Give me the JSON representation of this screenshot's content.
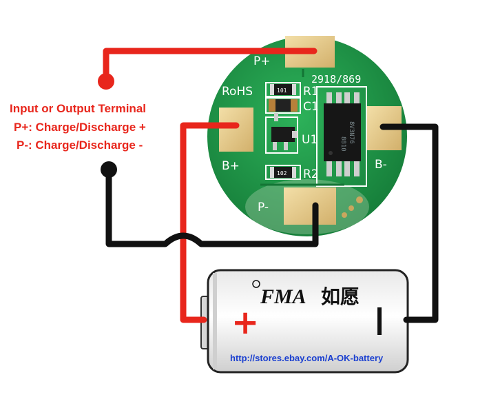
{
  "terminal_labels": {
    "heading": "Input or Output Terminal",
    "p_plus": "P+: Charge/Discharge +",
    "p_minus": "P-: Charge/Discharge -"
  },
  "board": {
    "part_number": "2918/869",
    "rohs": "RoHS",
    "r1": "R1",
    "c1": "C1",
    "u1": "U1",
    "r2": "R2",
    "pad_p_plus": "P+",
    "pad_b_plus": "B+",
    "pad_b_minus": "B-",
    "pad_p_minus": "P-",
    "resistor_r1_code": "101",
    "resistor_r2_code": "102",
    "ic_code_1": "8810",
    "ic_code_2": "8V3N76",
    "colors": {
      "pcb": "#1f9a48",
      "pad": "#e6c98a",
      "wire_red": "#e8261c",
      "wire_black": "#111111"
    }
  },
  "battery": {
    "brand": "FMA",
    "brand_cjk": "如愿",
    "plus_sign": "+",
    "minus_sign": "|",
    "url": "http://stores.ebay.com/A-OK-battery"
  }
}
